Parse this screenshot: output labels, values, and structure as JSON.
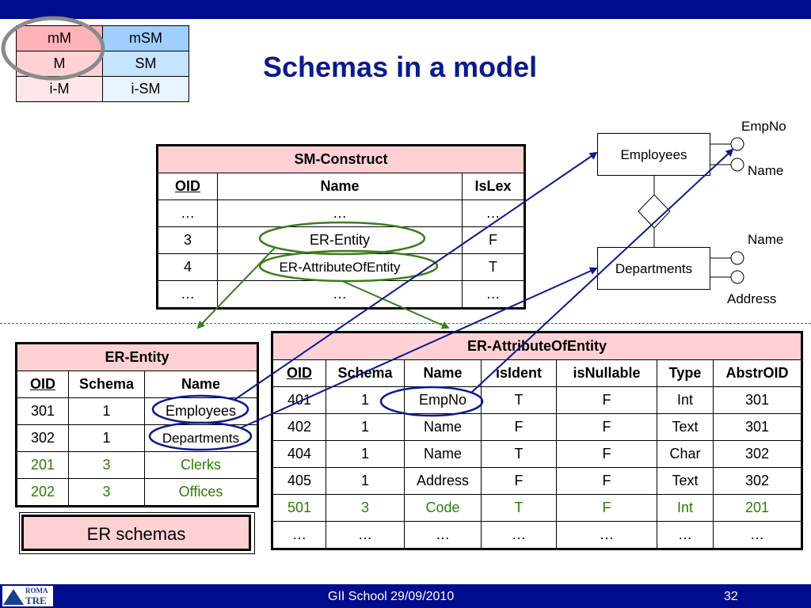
{
  "slide": {
    "title": "Schemas in a model",
    "footer_text": "GII School 29/09/2010",
    "page_number": "32",
    "logo_line1": "ROMA",
    "logo_line2": "TRE"
  },
  "legend": {
    "rows": [
      [
        "mM",
        "mSM"
      ],
      [
        "M",
        "SM"
      ],
      [
        "i-M",
        "i-SM"
      ]
    ]
  },
  "sm_construct": {
    "title": "SM-Construct",
    "headers": [
      "OID",
      "Name",
      "IsLex"
    ],
    "rows": [
      [
        "…",
        "…",
        "…"
      ],
      [
        "3",
        "ER-Entity",
        "F"
      ],
      [
        "4",
        "ER-AttributeOfEntity",
        "T"
      ],
      [
        "…",
        "…",
        "…"
      ]
    ]
  },
  "er_entity": {
    "title": "ER-Entity",
    "headers": [
      "OID",
      "Schema",
      "Name"
    ],
    "rows": [
      [
        "301",
        "1",
        "Employees"
      ],
      [
        "302",
        "1",
        "Departments"
      ],
      [
        "201",
        "3",
        "Clerks"
      ],
      [
        "202",
        "3",
        "Offices"
      ]
    ]
  },
  "er_attribute": {
    "title": "ER-AttributeOfEntity",
    "headers": [
      "OID",
      "Schema",
      "Name",
      "isIdent",
      "isNullable",
      "Type",
      "AbstrOID"
    ],
    "rows": [
      [
        "401",
        "1",
        "EmpNo",
        "T",
        "F",
        "Int",
        "301"
      ],
      [
        "402",
        "1",
        "Name",
        "F",
        "F",
        "Text",
        "301"
      ],
      [
        "404",
        "1",
        "Name",
        "T",
        "F",
        "Char",
        "302"
      ],
      [
        "405",
        "1",
        "Address",
        "F",
        "F",
        "Text",
        "302"
      ],
      [
        "501",
        "3",
        "Code",
        "T",
        "F",
        "Int",
        "201"
      ],
      [
        "…",
        "…",
        "…",
        "…",
        "…",
        "…",
        "…"
      ]
    ]
  },
  "er_schemas_label": "ER schemas",
  "diagram": {
    "employees": "Employees",
    "departments": "Departments",
    "attr_empno": "EmpNo",
    "attr_name1": "Name",
    "attr_name2": "Name",
    "attr_address": "Address"
  },
  "colors": {
    "title": "#0a1a8c",
    "bar": "#000c8c",
    "arrow_blue": "#0a1a8c",
    "arrow_green": "#3a7d1a",
    "highlight_pink": "#ffd1d5"
  }
}
